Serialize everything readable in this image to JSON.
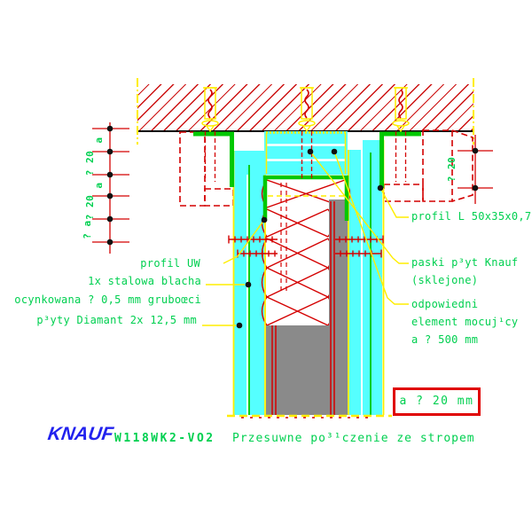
{
  "colors": {
    "red": "#d40000",
    "cyan": "#55ffff",
    "profile_green": "#00c800",
    "text_green": "#00d050",
    "yellow": "#ffee00",
    "gray": "#8a8a8a",
    "logo_blue": "#2222ee",
    "black": "#000000"
  },
  "labels": {
    "profil_uw": "profil UW",
    "blacha_line1": "1x stalowa blacha",
    "blacha_line2": "ocynkowana ? 0,5 mm gruboœci",
    "plyty": "p³yty Diamant 2x 12,5 mm",
    "profil_l": "profil L 50x35x0,7",
    "paski_line1": "paski p³yt Knauf",
    "paski_line2": "(sklejone)",
    "element_line1": "odpowiedni",
    "element_line2": "element mocuj¹cy",
    "element_line3": "a ? 500 mm"
  },
  "dimensions": {
    "left_chain": [
      "a",
      "? 20",
      "a",
      "? 20",
      "? a"
    ],
    "right": "? 20",
    "note": "a ? 20 mm"
  },
  "footer": {
    "logo": "KNAUF",
    "code": "W118WK2-VO2",
    "title": "Przesuwne po³¹czenie ze stropem"
  }
}
